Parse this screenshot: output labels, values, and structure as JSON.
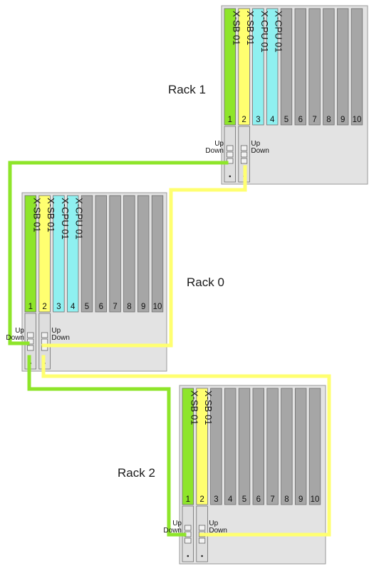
{
  "colors": {
    "sb": "#8ee52a",
    "sb_upper": "#9aea3a",
    "cpu": "#8ff0f0",
    "sb2": "#ffff70",
    "empty": "#a6a6a6",
    "chassis": "#e3e3e3",
    "cable_green": "#8ee52a",
    "cable_yellow": "#ffff70"
  },
  "racks": [
    {
      "id": "rack1",
      "title": "Rack 1",
      "cards": [
        {
          "slot": "1",
          "label": "X-SB 01",
          "kind": "sb"
        },
        {
          "slot": "2",
          "label": "X-SB 01",
          "kind": "sb2"
        },
        {
          "slot": "3",
          "label": "X-CPU 01",
          "kind": "cpu"
        },
        {
          "slot": "4",
          "label": "X-CPU 01",
          "kind": "cpu"
        },
        {
          "slot": "5",
          "label": "",
          "kind": "empty"
        },
        {
          "slot": "6",
          "label": "",
          "kind": "empty"
        },
        {
          "slot": "7",
          "label": "",
          "kind": "empty"
        },
        {
          "slot": "8",
          "label": "",
          "kind": "empty"
        },
        {
          "slot": "9",
          "label": "",
          "kind": "empty"
        },
        {
          "slot": "10",
          "label": "",
          "kind": "empty"
        }
      ],
      "ports": [
        {
          "up": "Up",
          "down": "Down"
        },
        {
          "up": "Up",
          "down": "Down"
        }
      ]
    },
    {
      "id": "rack0",
      "title": "Rack 0",
      "cards": [
        {
          "slot": "1",
          "label": "X-SB 01",
          "kind": "sb"
        },
        {
          "slot": "2",
          "label": "X-SB 01",
          "kind": "sb2"
        },
        {
          "slot": "3",
          "label": "X-CPU 01",
          "kind": "cpu"
        },
        {
          "slot": "4",
          "label": "X-CPU 01",
          "kind": "cpu"
        },
        {
          "slot": "5",
          "label": "",
          "kind": "empty"
        },
        {
          "slot": "6",
          "label": "",
          "kind": "empty"
        },
        {
          "slot": "7",
          "label": "",
          "kind": "empty"
        },
        {
          "slot": "8",
          "label": "",
          "kind": "empty"
        },
        {
          "slot": "9",
          "label": "",
          "kind": "empty"
        },
        {
          "slot": "10",
          "label": "",
          "kind": "empty"
        }
      ],
      "ports": [
        {
          "up": "Up",
          "down": "Down"
        },
        {
          "up": "Up",
          "down": "Down"
        }
      ]
    },
    {
      "id": "rack2",
      "title": "Rack 2",
      "cards": [
        {
          "slot": "1",
          "label": "X-SB 01",
          "kind": "sb"
        },
        {
          "slot": "2",
          "label": "X-SB 01",
          "kind": "sb2"
        },
        {
          "slot": "3",
          "label": "",
          "kind": "empty"
        },
        {
          "slot": "4",
          "label": "",
          "kind": "empty"
        },
        {
          "slot": "5",
          "label": "",
          "kind": "empty"
        },
        {
          "slot": "6",
          "label": "",
          "kind": "empty"
        },
        {
          "slot": "7",
          "label": "",
          "kind": "empty"
        },
        {
          "slot": "8",
          "label": "",
          "kind": "empty"
        },
        {
          "slot": "9",
          "label": "",
          "kind": "empty"
        },
        {
          "slot": "10",
          "label": "",
          "kind": "empty"
        }
      ],
      "ports": [
        {
          "up": "Up",
          "down": "Down"
        },
        {
          "up": "Up",
          "down": "Down"
        }
      ]
    }
  ]
}
